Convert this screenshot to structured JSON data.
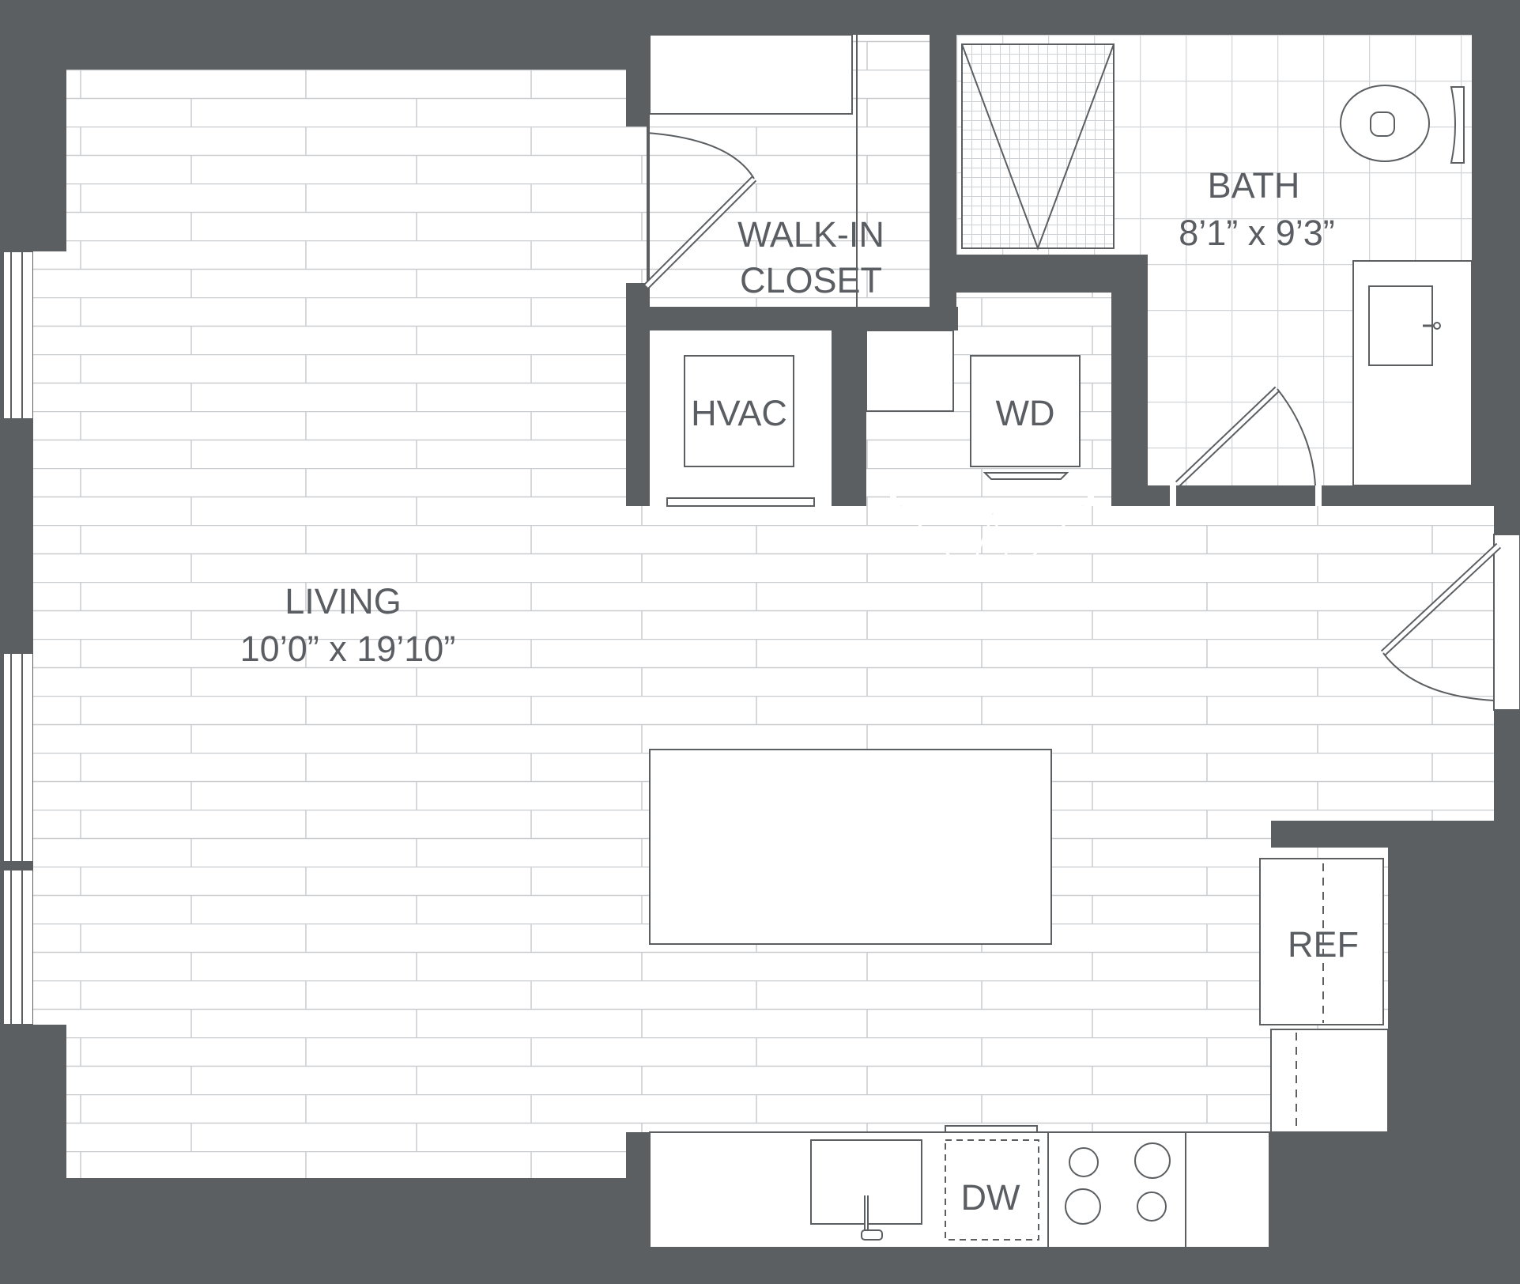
{
  "colors": {
    "wall": "#5b5f62",
    "floor": "#ffffff",
    "plank_line": "#c9cccf",
    "label": "#5a5e63"
  },
  "rooms": {
    "living": {
      "name": "LIVING",
      "dims": "10’0” x 19’10”"
    },
    "bath": {
      "name": "BATH",
      "dims": "8’1” x 9’3”"
    },
    "closet": {
      "name_line1": "WALK-IN",
      "name_line2": "CLOSET"
    }
  },
  "fixtures": {
    "hvac": "HVAC",
    "washer_dryer": "WD",
    "refrigerator": "REF",
    "dishwasher": "DW"
  },
  "icons": [
    "toilet-icon",
    "shower-icon",
    "sink-icon",
    "cooktop-icon",
    "faucet-icon"
  ]
}
